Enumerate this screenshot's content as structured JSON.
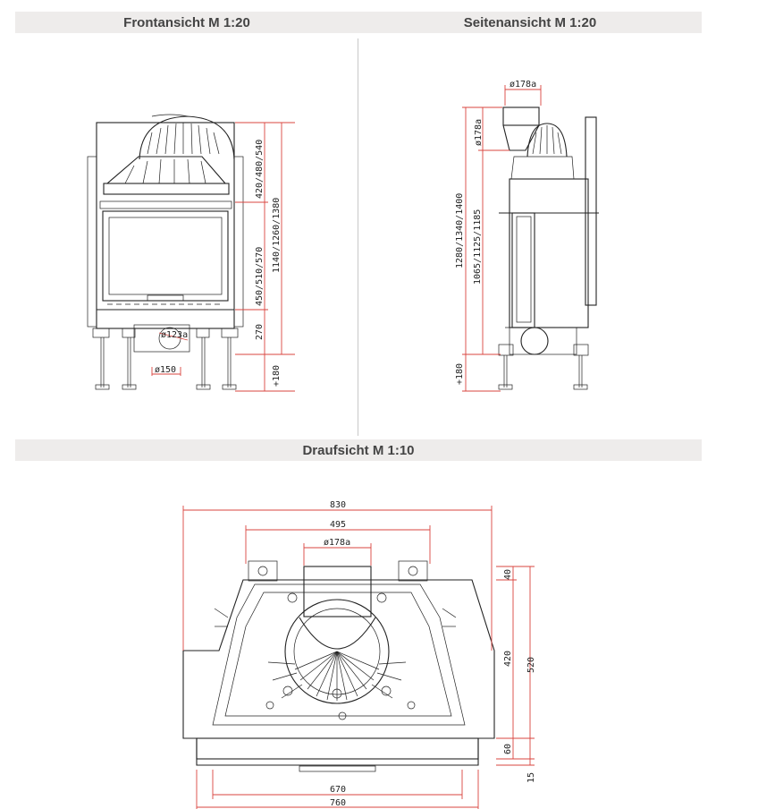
{
  "headers": {
    "front": "Frontansicht M 1:20",
    "side": "Seitenansicht M 1:20",
    "top": "Draufsicht M 1:10"
  },
  "front_dims": {
    "d1": "420/480/540",
    "d2": "450/510/570",
    "d3": "1140/1260/1380",
    "d4": "270",
    "d5": "+180",
    "d6": "ø123a",
    "d7": "ø150"
  },
  "side_dims": {
    "d1": "ø178a",
    "d2": "ø178a",
    "d3": "1280/1340/1400",
    "d4": "1065/1125/1185",
    "d5": "+180"
  },
  "top_dims": {
    "d1": "830",
    "d2": "495",
    "d3": "ø178a",
    "d4": "40",
    "d5": "420",
    "d6": "520",
    "d7": "60",
    "d8": "15",
    "d9": "670",
    "d10": "760"
  },
  "colors": {
    "dimension_line": "#d9443f",
    "drawing_line": "#222222",
    "header_bg": "#eeeceb"
  }
}
